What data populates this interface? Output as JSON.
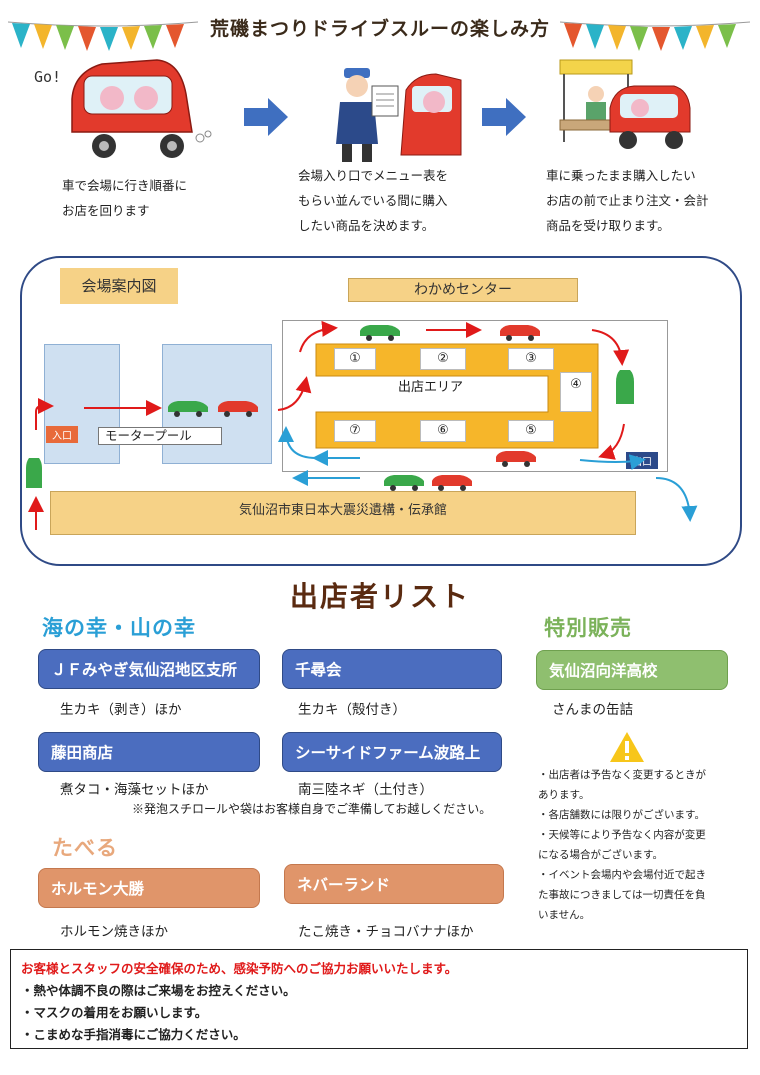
{
  "title": "荒磯まつりドライブスルーの楽しみ方",
  "steps": [
    {
      "lines": [
        "車で会場に行き順番に",
        "お店を回ります"
      ]
    },
    {
      "lines": [
        "会場入り口でメニュー表を",
        "もらい並んでいる間に購入",
        "したい商品を決めます。"
      ]
    },
    {
      "lines": [
        "車に乗ったまま購入したい",
        "お店の前で止まり注文・会計",
        "商品を受け取ります。"
      ]
    }
  ],
  "go_text": "Go!",
  "map": {
    "label": "会場案内図",
    "wakame_center": "わかめセンター",
    "shop_area": "出店エリア",
    "motor_pool": "モータープール",
    "entrance": "入口",
    "exit": "出口",
    "memorial": "気仙沼市東日本大震災遺構・伝承館",
    "slots": [
      "①",
      "②",
      "③",
      "④",
      "⑤",
      "⑥",
      "⑦"
    ]
  },
  "vendor_list_title": "出店者リスト",
  "sections": {
    "umi_yama": "海の幸・山の幸",
    "tokubetsu": "特別販売",
    "taberu": "たべる"
  },
  "vendors": {
    "jf": {
      "name": "ＪＦみやぎ気仙沼地区支所",
      "item": "生カキ（剥き）ほか"
    },
    "senjin": {
      "name": "千尋会",
      "item": "生カキ（殻付き）"
    },
    "fujita": {
      "name": "藤田商店",
      "item": "煮タコ・海藻セットほか"
    },
    "seaside": {
      "name": "シーサイドファーム波路上",
      "item": "南三陸ネギ（土付き）"
    },
    "koyo": {
      "name": "気仙沼向洋高校",
      "item": "さんまの缶詰"
    },
    "horumon": {
      "name": "ホルモン大勝",
      "item": "ホルモン焼きほか"
    },
    "neverland": {
      "name": "ネバーランド",
      "item": "たこ焼き・チョコバナナほか"
    }
  },
  "styrofoam_note": "※発泡スチロールや袋はお客様自身でご準備してお越しください。",
  "notes": [
    [
      "・出店者は予告なく変更するときが",
      "あります。"
    ],
    [
      "・各店舗数には限りがございます。"
    ],
    [
      "・天候等により予告なく内容が変更",
      "になる場合がございます。"
    ],
    [
      "・イベント会場内や会場付近で起き",
      "た事故につきましては一切責任を負",
      "いません。"
    ]
  ],
  "safety": {
    "heading": "お客様とスタッフの安全確保のため、感染予防へのご協力お願いいたします。",
    "items": [
      "・熱や体調不良の際はご来場をお控えください。",
      "・マスクの着用をお願いします。",
      "・こまめな手指消毒にご協力ください。"
    ]
  },
  "colors": {
    "heading_red": "#e01a1a",
    "vendor_blue": "#4b6dbf",
    "section_blue": "#2a9fd6",
    "section_green": "#7bb25a",
    "section_orange": "#e8a87c",
    "warning_yellow": "#f7c61a"
  },
  "icons": [
    "bunting-icon",
    "red-car-icon",
    "arrow-right-icon",
    "staff-icon",
    "menu-sheet-icon",
    "stall-icon",
    "green-car-icon",
    "warning-icon"
  ]
}
